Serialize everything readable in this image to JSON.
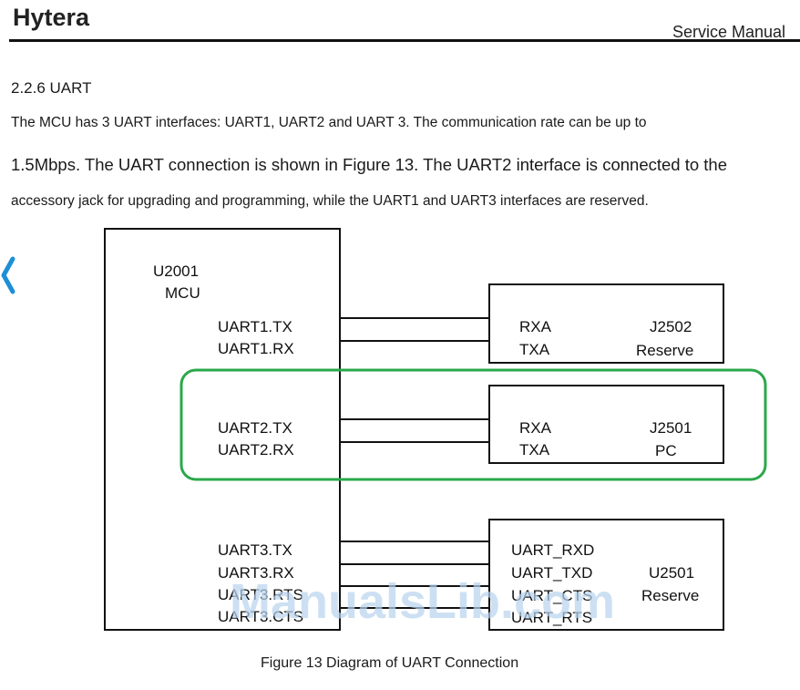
{
  "header": {
    "brand": "Hytera",
    "manual_label": "Service Manual"
  },
  "section": {
    "heading": "2.2.6 UART",
    "line1": "The MCU has 3 UART interfaces: UART1, UART2 and UART 3. The communication rate can be up to",
    "line2": "1.5Mbps. The UART connection is shown in Figure 13. The UART2 interface is connected to the",
    "line3": "accessory jack for upgrading and programming, while the UART1 and UART3 interfaces are reserved."
  },
  "diagram": {
    "mcu": {
      "ref": "U2001",
      "name": "MCU"
    },
    "uart1": {
      "tx": "UART1.TX",
      "rx": "UART1.RX"
    },
    "uart2": {
      "tx": "UART2.TX",
      "rx": "UART2.RX"
    },
    "uart3": {
      "tx": "UART3.TX",
      "rx": "UART3.RX",
      "rts": "UART3.RTS",
      "cts": "UART3.CTS"
    },
    "j2502": {
      "rxa": "RXA",
      "txa": "TXA",
      "ref": "J2502",
      "desc": "Reserve"
    },
    "j2501": {
      "rxa": "RXA",
      "txa": "TXA",
      "ref": "J2501",
      "desc": "PC"
    },
    "u2501": {
      "rxd": "UART_RXD",
      "txd": "UART_TXD",
      "cts": "UART_CTS",
      "rts": "UART_RTS",
      "ref": "U2501",
      "desc": "Reserve"
    },
    "highlight_color": "#2aa84a"
  },
  "caption": "Figure 13 Diagram of UART Connection",
  "watermark": "ManualsLib.com",
  "nav": {
    "back_icon": "chevron-left-icon",
    "color": "#1e8fd6"
  }
}
